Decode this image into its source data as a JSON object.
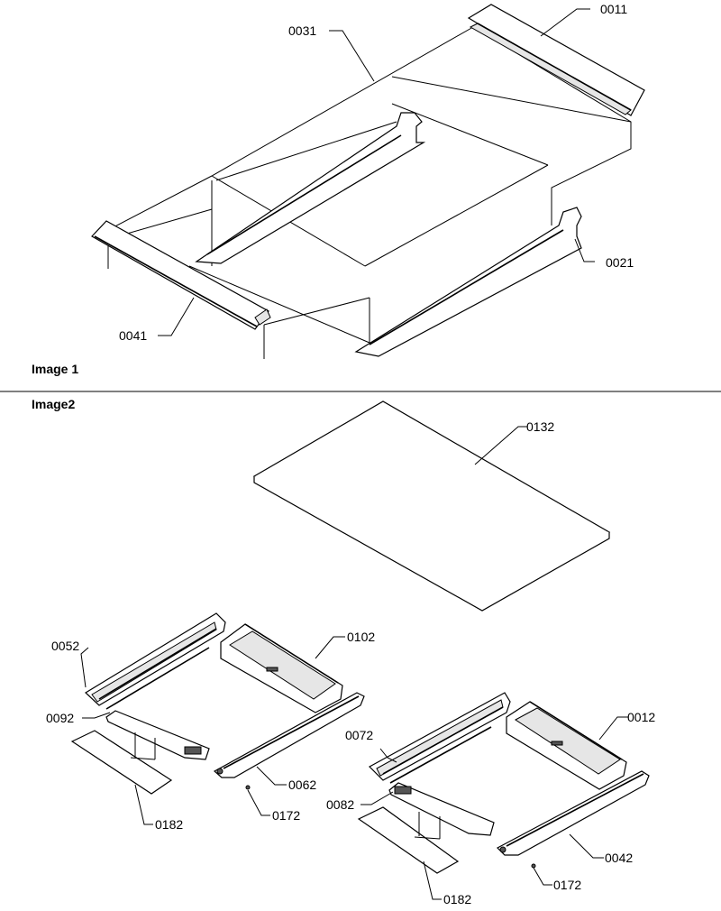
{
  "image1": {
    "title": "Image 1",
    "labels": {
      "p0011": "0011",
      "p0031": "0031",
      "p0021": "0021",
      "p0041": "0041"
    }
  },
  "image2": {
    "title": "Image2",
    "labels": {
      "p0132": "0132",
      "p0052": "0052",
      "p0102": "0102",
      "p0092": "0092",
      "p0062": "0062",
      "p0172a": "0172",
      "p0182a": "0182",
      "p0072": "0072",
      "p0012": "0012",
      "p0082": "0082",
      "p0042": "0042",
      "p0172b": "0172",
      "p0182b": "0182"
    }
  }
}
